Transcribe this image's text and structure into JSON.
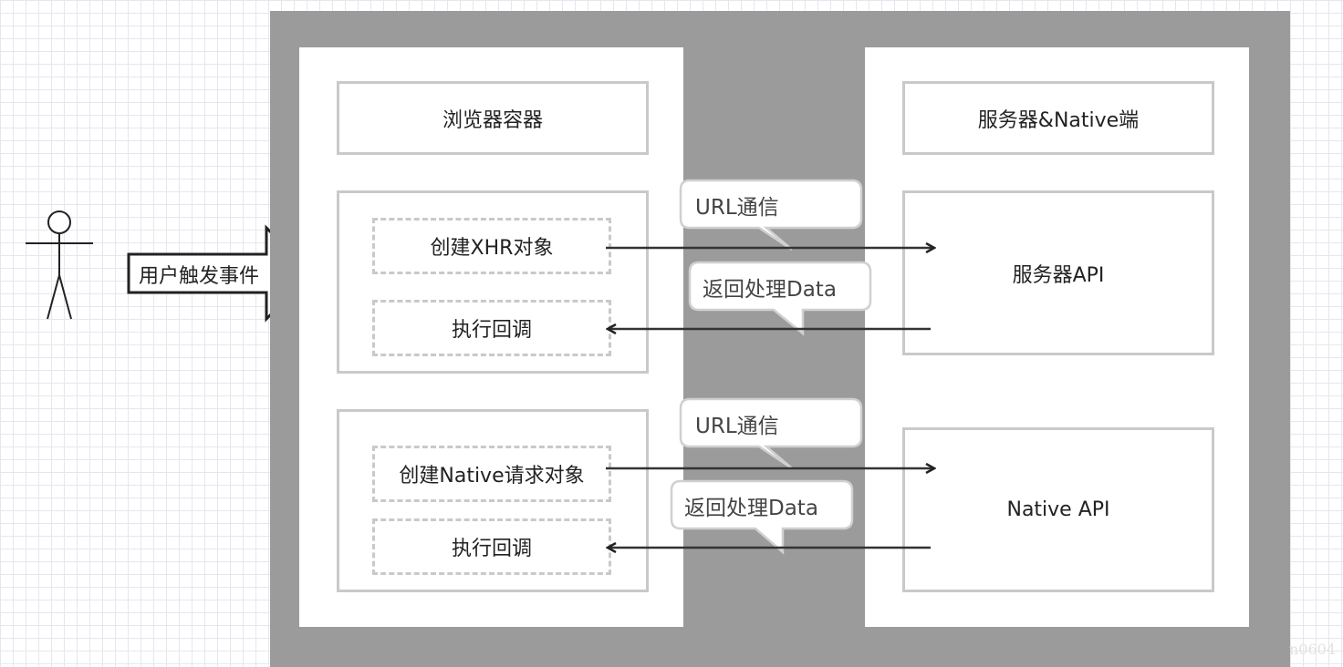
{
  "actor": {
    "event_label": "用户触发事件"
  },
  "browser": {
    "title": "浏览器容器",
    "xhr_group": {
      "create_label": "创建XHR对象",
      "callback_label": "执行回调"
    },
    "native_group": {
      "create_label": "创建Native请求对象",
      "callback_label": "执行回调"
    }
  },
  "server": {
    "title": "服务器&Native端",
    "server_api": "服务器API",
    "native_api": "Native API"
  },
  "bubbles": {
    "xhr_request": "URL通信",
    "xhr_response": "返回处理Data",
    "native_request": "URL通信",
    "native_response": "返回处理Data"
  },
  "watermark": "n0604"
}
